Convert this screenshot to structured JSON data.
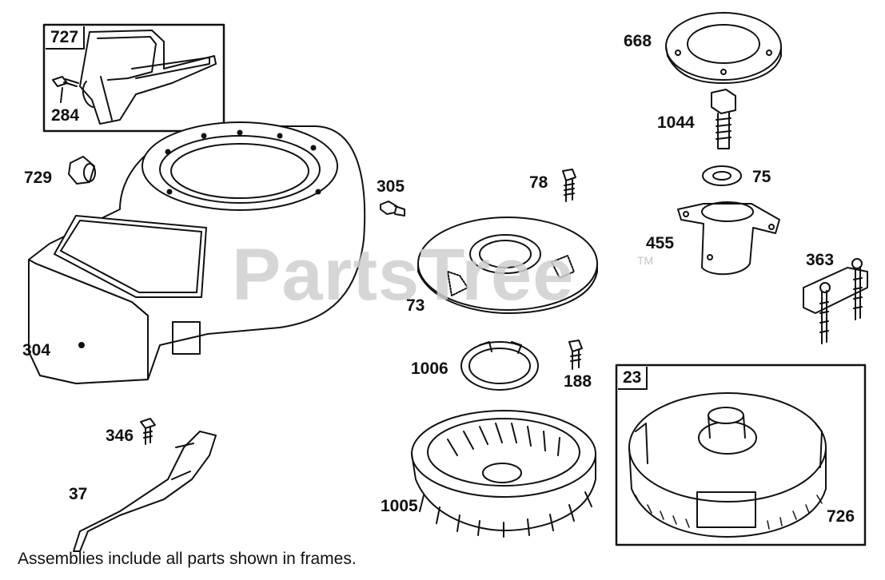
{
  "watermark": {
    "brand": "PartsTree",
    "trademark": "TM"
  },
  "frames": [
    {
      "id": "frame-727",
      "label": "727"
    },
    {
      "id": "frame-23",
      "label": "23"
    }
  ],
  "callouts": {
    "c284": "284",
    "c729": "729",
    "c304": "304",
    "c346": "346",
    "c37": "37",
    "c305": "305",
    "c78": "78",
    "c73": "73",
    "c1006": "1006",
    "c188": "188",
    "c1005": "1005",
    "c668": "668",
    "c1044": "1044",
    "c75": "75",
    "c455": "455",
    "c363": "363",
    "c726": "726"
  },
  "footnote": "Assemblies include all parts shown in frames."
}
